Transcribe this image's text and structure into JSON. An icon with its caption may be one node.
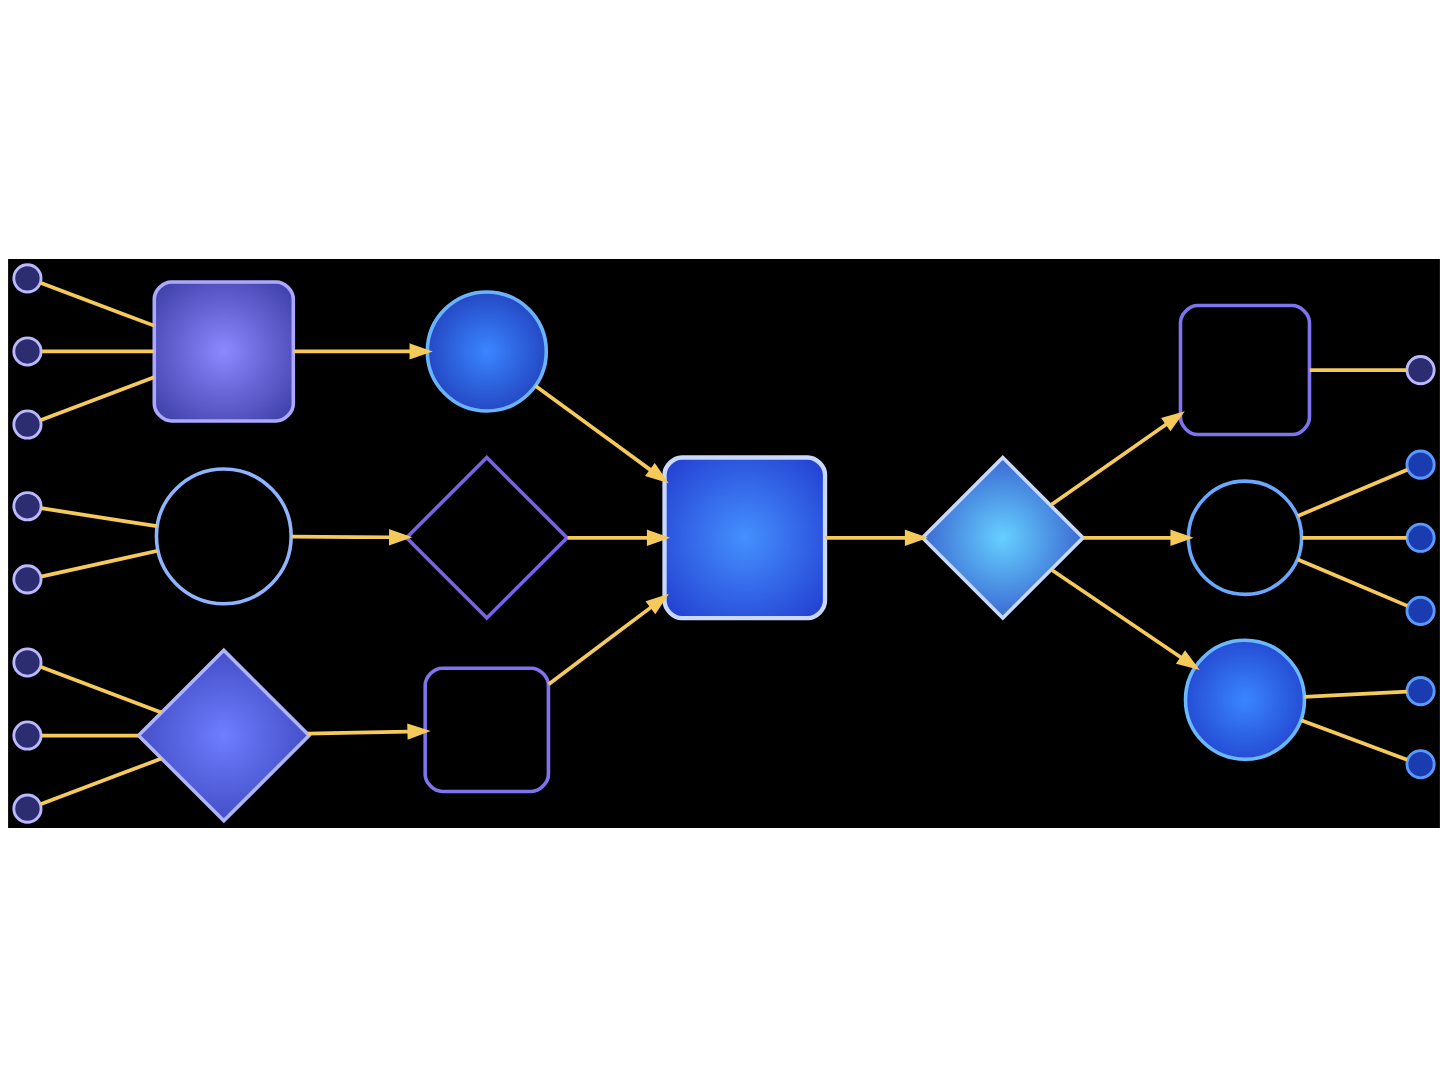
{
  "diagram": {
    "nodes": [
      {
        "text": [],
        "shape": "circle"
      },
      {
        "text": [],
        "shape": "circle"
      },
      {
        "text": [],
        "shape": "circle"
      },
      {
        "text": [],
        "shape": "box"
      },
      {
        "text": [],
        "shape": "circle"
      },
      {
        "text": [],
        "shape": "box"
      },
      {
        "text": [],
        "shape": "circle"
      },
      {
        "text": [],
        "shape": "circle"
      },
      {
        "text": [],
        "shape": "circle"
      },
      {
        "text": [],
        "shape": "circle"
      },
      {
        "text": [],
        "shape": "diamond"
      },
      {
        "text": [],
        "shape": "box"
      },
      {
        "text": [],
        "shape": "diamond"
      },
      {
        "text": [],
        "shape": "circle"
      },
      {
        "text": [],
        "shape": "circle"
      },
      {
        "text": [],
        "shape": "circle"
      },
      {
        "text": [],
        "shape": "circle"
      },
      {
        "text": [],
        "shape": "circle"
      },
      {
        "text": [],
        "shape": "circle"
      },
      {
        "text": [],
        "shape": "circle"
      },
      {
        "text": [],
        "shape": "diamond"
      },
      {
        "text": [],
        "shape": "box"
      },
      {
        "text": [],
        "shape": "circle"
      },
      {
        "text": [],
        "shape": "circle"
      },
      {
        "text": [],
        "shape": "circle"
      }
    ],
    "edges": [
      {
        "from": 0,
        "to": 3,
        "arrow": "none"
      },
      {
        "from": 1,
        "to": 3,
        "arrow": "none"
      },
      {
        "from": 2,
        "to": 3,
        "arrow": "none"
      },
      {
        "from": 3,
        "to": 4,
        "arrow": "to"
      },
      {
        "from": 4,
        "to": 11,
        "arrow": "to"
      },
      {
        "from": 5,
        "to": 6,
        "arrow": "none"
      },
      {
        "from": 7,
        "to": 9,
        "arrow": "none"
      },
      {
        "from": 8,
        "to": 9,
        "arrow": "none"
      },
      {
        "from": 9,
        "to": 10,
        "arrow": "to"
      },
      {
        "from": 10,
        "to": 11,
        "arrow": "to"
      },
      {
        "from": 17,
        "to": 20,
        "arrow": "none"
      },
      {
        "from": 18,
        "to": 20,
        "arrow": "none"
      },
      {
        "from": 19,
        "to": 20,
        "arrow": "none"
      },
      {
        "from": 20,
        "to": 21,
        "arrow": "to"
      },
      {
        "from": 21,
        "to": 11,
        "arrow": "to"
      },
      {
        "from": 11,
        "to": 12,
        "arrow": "to"
      },
      {
        "from": 12,
        "to": 5,
        "arrow": "to"
      },
      {
        "from": 12,
        "to": 13,
        "arrow": "to"
      },
      {
        "from": 12,
        "to": 22,
        "arrow": "to"
      },
      {
        "from": 13,
        "to": 14,
        "arrow": "none"
      },
      {
        "from": 13,
        "to": 15,
        "arrow": "none"
      },
      {
        "from": 13,
        "to": 16,
        "arrow": "none"
      },
      {
        "from": 22,
        "to": 23,
        "arrow": "none"
      },
      {
        "from": 22,
        "to": 24,
        "arrow": "none"
      }
    ]
  }
}
